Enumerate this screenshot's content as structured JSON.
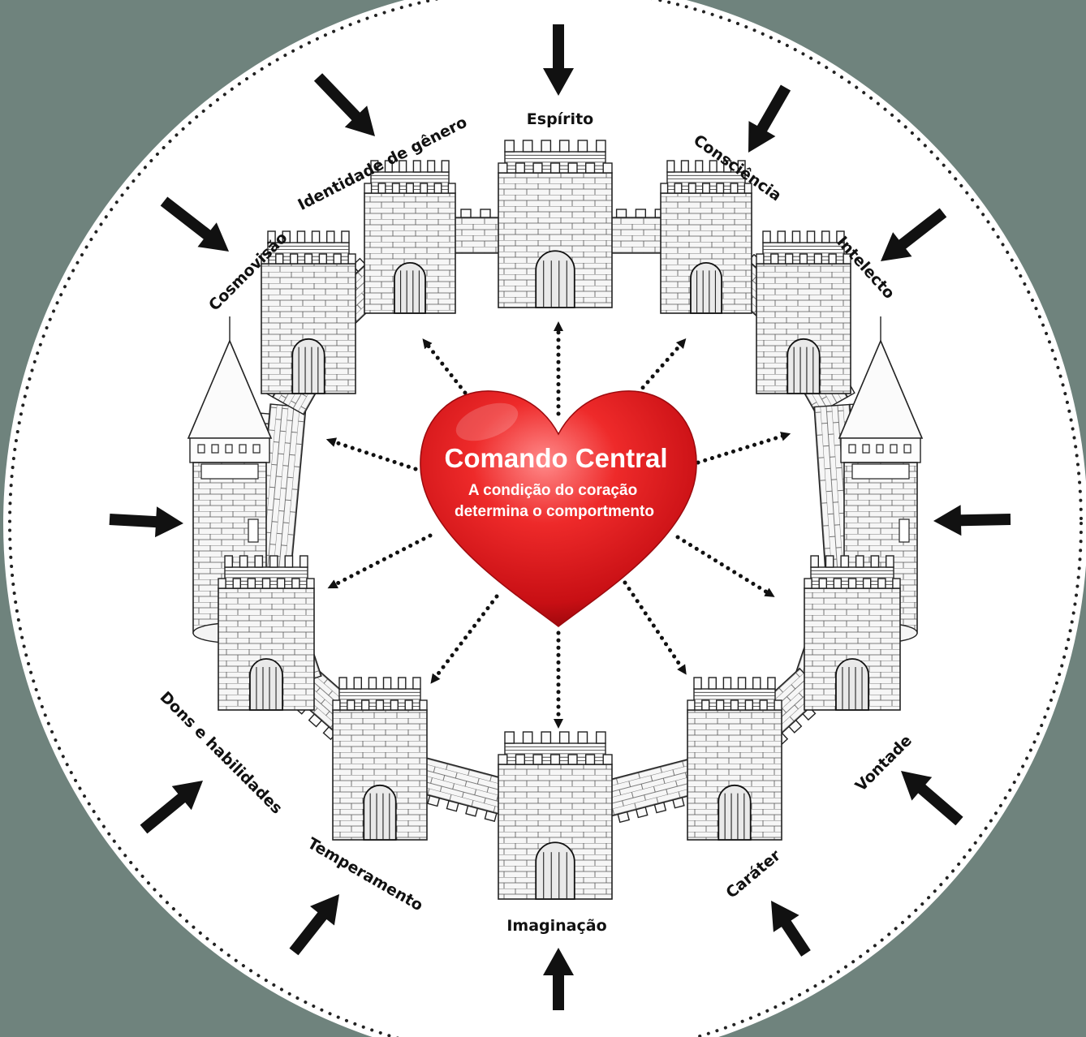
{
  "colors": {
    "background": "#6f837d",
    "disc": "#ffffff",
    "heart": "#e0151b",
    "ink": "#111111",
    "stone": "#f4f4f4"
  },
  "center": {
    "title": "Comando Central",
    "subtitle_line1": "A  condição do coração",
    "subtitle_line2": "determina o comportmento"
  },
  "labels": {
    "espirito": "Espírito",
    "consciencia": "Consciência",
    "intelecto": "Intelecto",
    "vontade": "Vontade",
    "carater": "Caráter",
    "imaginacao": "Imaginação",
    "temperamento": "Temperamento",
    "dons": "Dons e habilidades",
    "cosmovisao": "Cosmovisão",
    "identidade": "Identidade de gênero"
  },
  "icons": {
    "inward": "inward-arrow-icon",
    "outward": "dotted-outward-arrow-icon",
    "heart": "heart-icon",
    "castle": "castle-icon"
  }
}
